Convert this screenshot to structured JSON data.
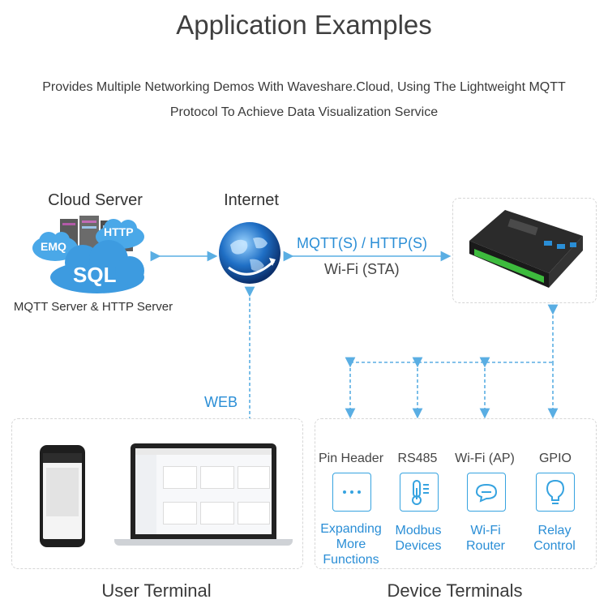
{
  "header": {
    "title": "Application Examples",
    "subtitle_line1": "Provides Multiple Networking Demos With Waveshare.Cloud, Using The Lightweight MQTT",
    "subtitle_line2": "Protocol To Achieve Data Visualization Service"
  },
  "cloud": {
    "label": "Cloud Server",
    "caption": "MQTT Server & HTTP Server",
    "tags": {
      "emq": "EMQ",
      "http": "HTTP",
      "sql": "SQL"
    }
  },
  "internet": {
    "label": "Internet"
  },
  "links": {
    "mqtt_http": "MQTT(S) / HTTP(S)",
    "wifi_sta": "Wi-Fi (STA)",
    "web": "WEB"
  },
  "user_terminal": {
    "title": "User Terminal"
  },
  "device_terminals": {
    "title": "Device Terminals",
    "items": [
      {
        "title": "Pin Header",
        "icon": "dots-icon",
        "desc_lines": [
          "Expanding",
          "More",
          "Functions"
        ]
      },
      {
        "title": "RS485",
        "icon": "thermometer-icon",
        "desc_lines": [
          "Modbus",
          "Devices"
        ]
      },
      {
        "title": "Wi-Fi (AP)",
        "icon": "router-icon",
        "desc_lines": [
          "Wi-Fi",
          "Router"
        ]
      },
      {
        "title": "GPIO",
        "icon": "lightbulb-icon",
        "desc_lines": [
          "Relay",
          "Control"
        ]
      }
    ]
  },
  "colors": {
    "accent": "#2a8ed6",
    "arrow": "#5aaee3",
    "box_border": "#d6d6d6"
  }
}
